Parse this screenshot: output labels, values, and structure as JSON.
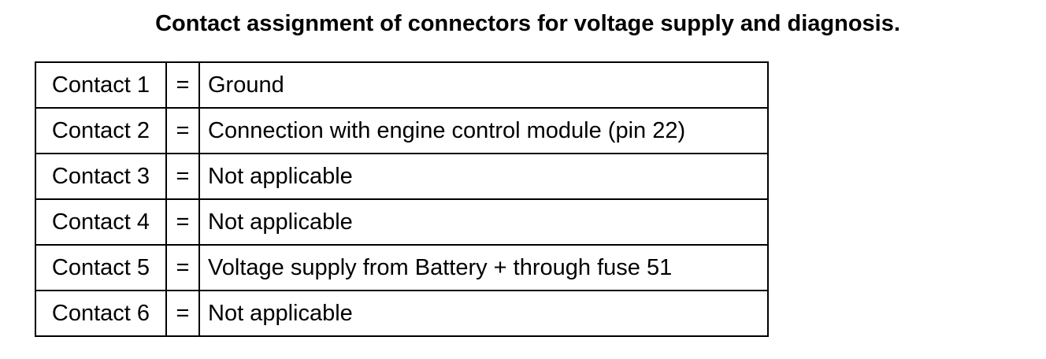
{
  "title": "Contact assignment of connectors for voltage supply and diagnosis.",
  "rows": [
    {
      "contact": "Contact 1",
      "sep": "=",
      "description": "Ground"
    },
    {
      "contact": "Contact 2",
      "sep": "=",
      "description": "Connection with engine control module (pin 22)"
    },
    {
      "contact": "Contact 3",
      "sep": "=",
      "description": "Not applicable"
    },
    {
      "contact": "Contact 4",
      "sep": "=",
      "description": "Not applicable"
    },
    {
      "contact": "Contact 5",
      "sep": "=",
      "description": "Voltage supply from Battery + through fuse 51"
    },
    {
      "contact": "Contact 6",
      "sep": "=",
      "description": "Not applicable"
    }
  ]
}
